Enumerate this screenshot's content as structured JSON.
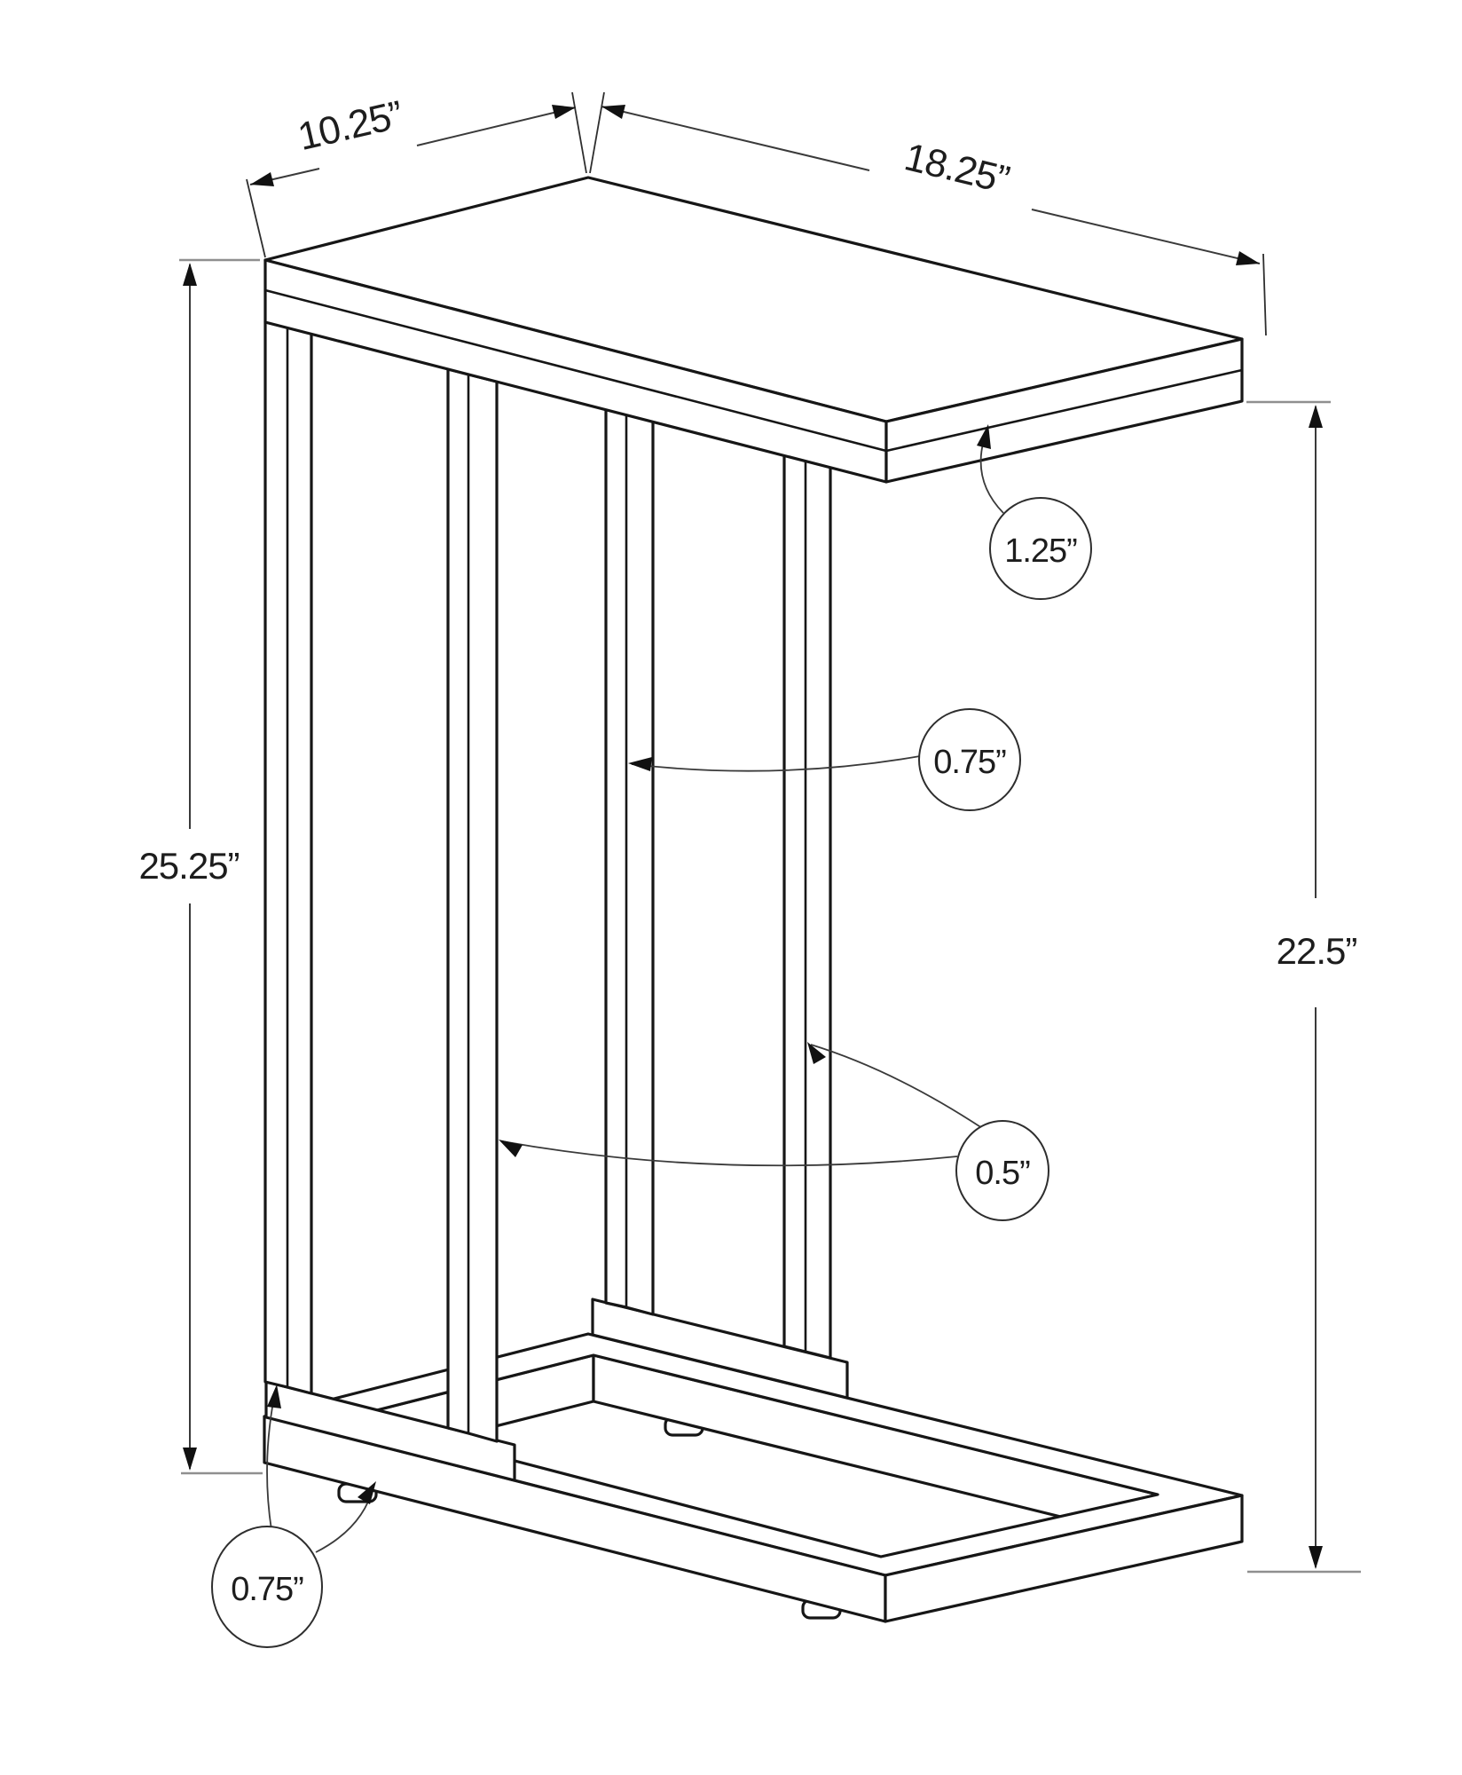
{
  "diagram": {
    "kind": "isometric-dimension-drawing",
    "subject": "c-shaped-accent-table",
    "colors": {
      "background": "#ffffff",
      "structure_line": "#161616",
      "dimension_line": "#3a3a3a",
      "tick_line": "#8f8f8f",
      "text": "#1d1d1d"
    },
    "labels": {
      "top_depth": "10.25”",
      "top_length": "18.25”",
      "overall_height": "25.25”",
      "frame_height": "22.5”",
      "top_thickness": "1.25”",
      "leg_face_depth": "0.75”",
      "leg_side_width": "0.5”",
      "base_frame_height": "0.75”"
    }
  }
}
